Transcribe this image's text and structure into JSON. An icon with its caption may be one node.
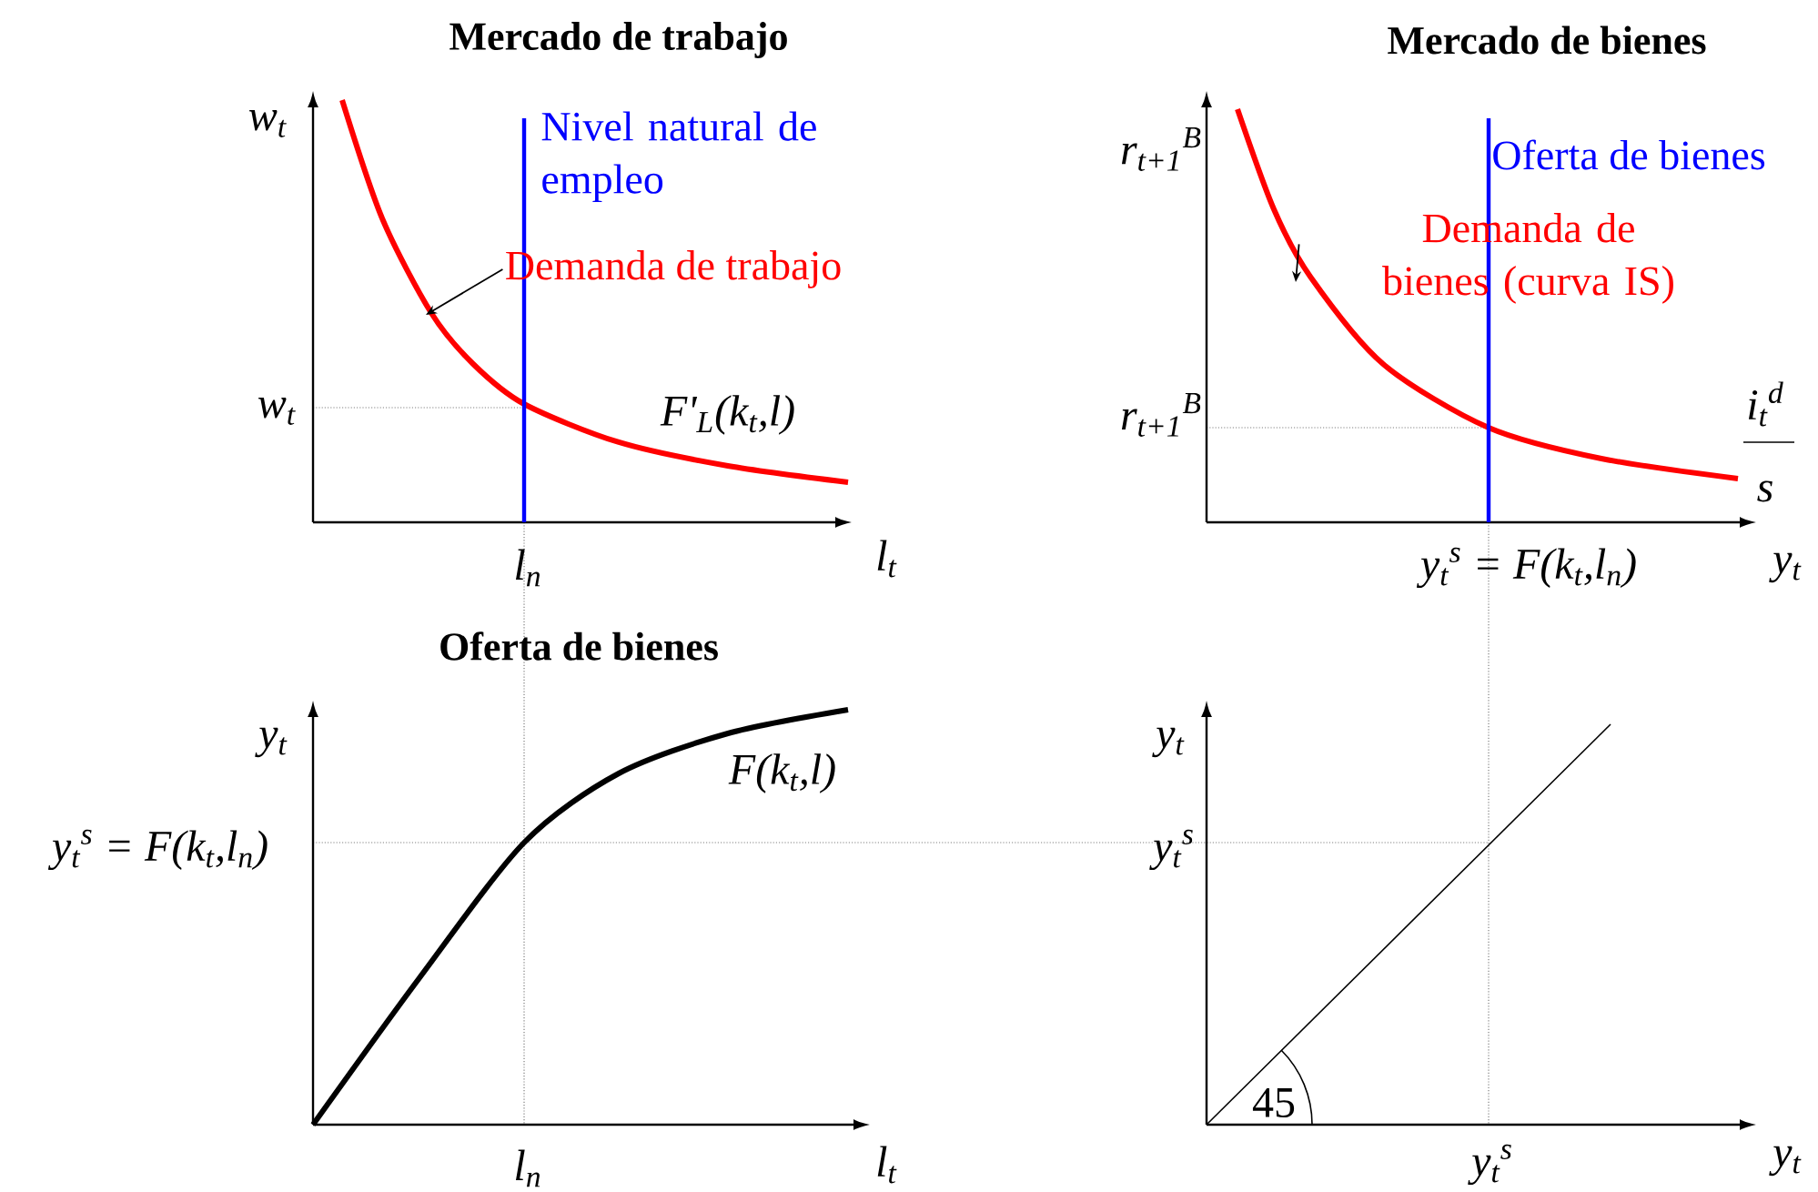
{
  "diagram": {
    "nodes": [
      {
        "text": [
          "Demanda de trabajo"
        ]
      },
      {
        "text": [
          "Demanda de bienes (curva IS)"
        ]
      }
    ],
    "edges": [
      {
        "from": 0,
        "to": null,
        "arrow": "to"
      },
      {
        "from": 1,
        "to": null,
        "arrow": "to"
      }
    ],
    "labels": [
      "Mercado de trabajo",
      "Mercado de bienes",
      "w$_{t}$",
      "Nivel natural de empleo",
      "r$_{t+1}$$^{B}$",
      "Oferta de bienes",
      "w$_{t}$",
      "F'$_{L}$(k$_{t}$,l)",
      "r$_{t+1}$$^{B}$",
      "i$_{t}$$^{d}$",
      "s",
      "l$_{n}$",
      "l$_{t}$",
      "y$_{t}$$^{s}$ = F(k$_{t}$,l$_{n}$)",
      "y$_{t}$",
      "Oferta de bienes",
      "y$_{t}$",
      "y$_{t}$",
      "F(k$_{t}$,l)",
      "y$_{t}$$^{s}$ = F(k$_{t}$,l$_{n}$)",
      "y$_{t}$$^{s}$",
      "45",
      "l$_{n}$",
      "l$_{t}$",
      "y$_{t}$$^{s}$",
      "y$_{t}$"
    ]
  }
}
